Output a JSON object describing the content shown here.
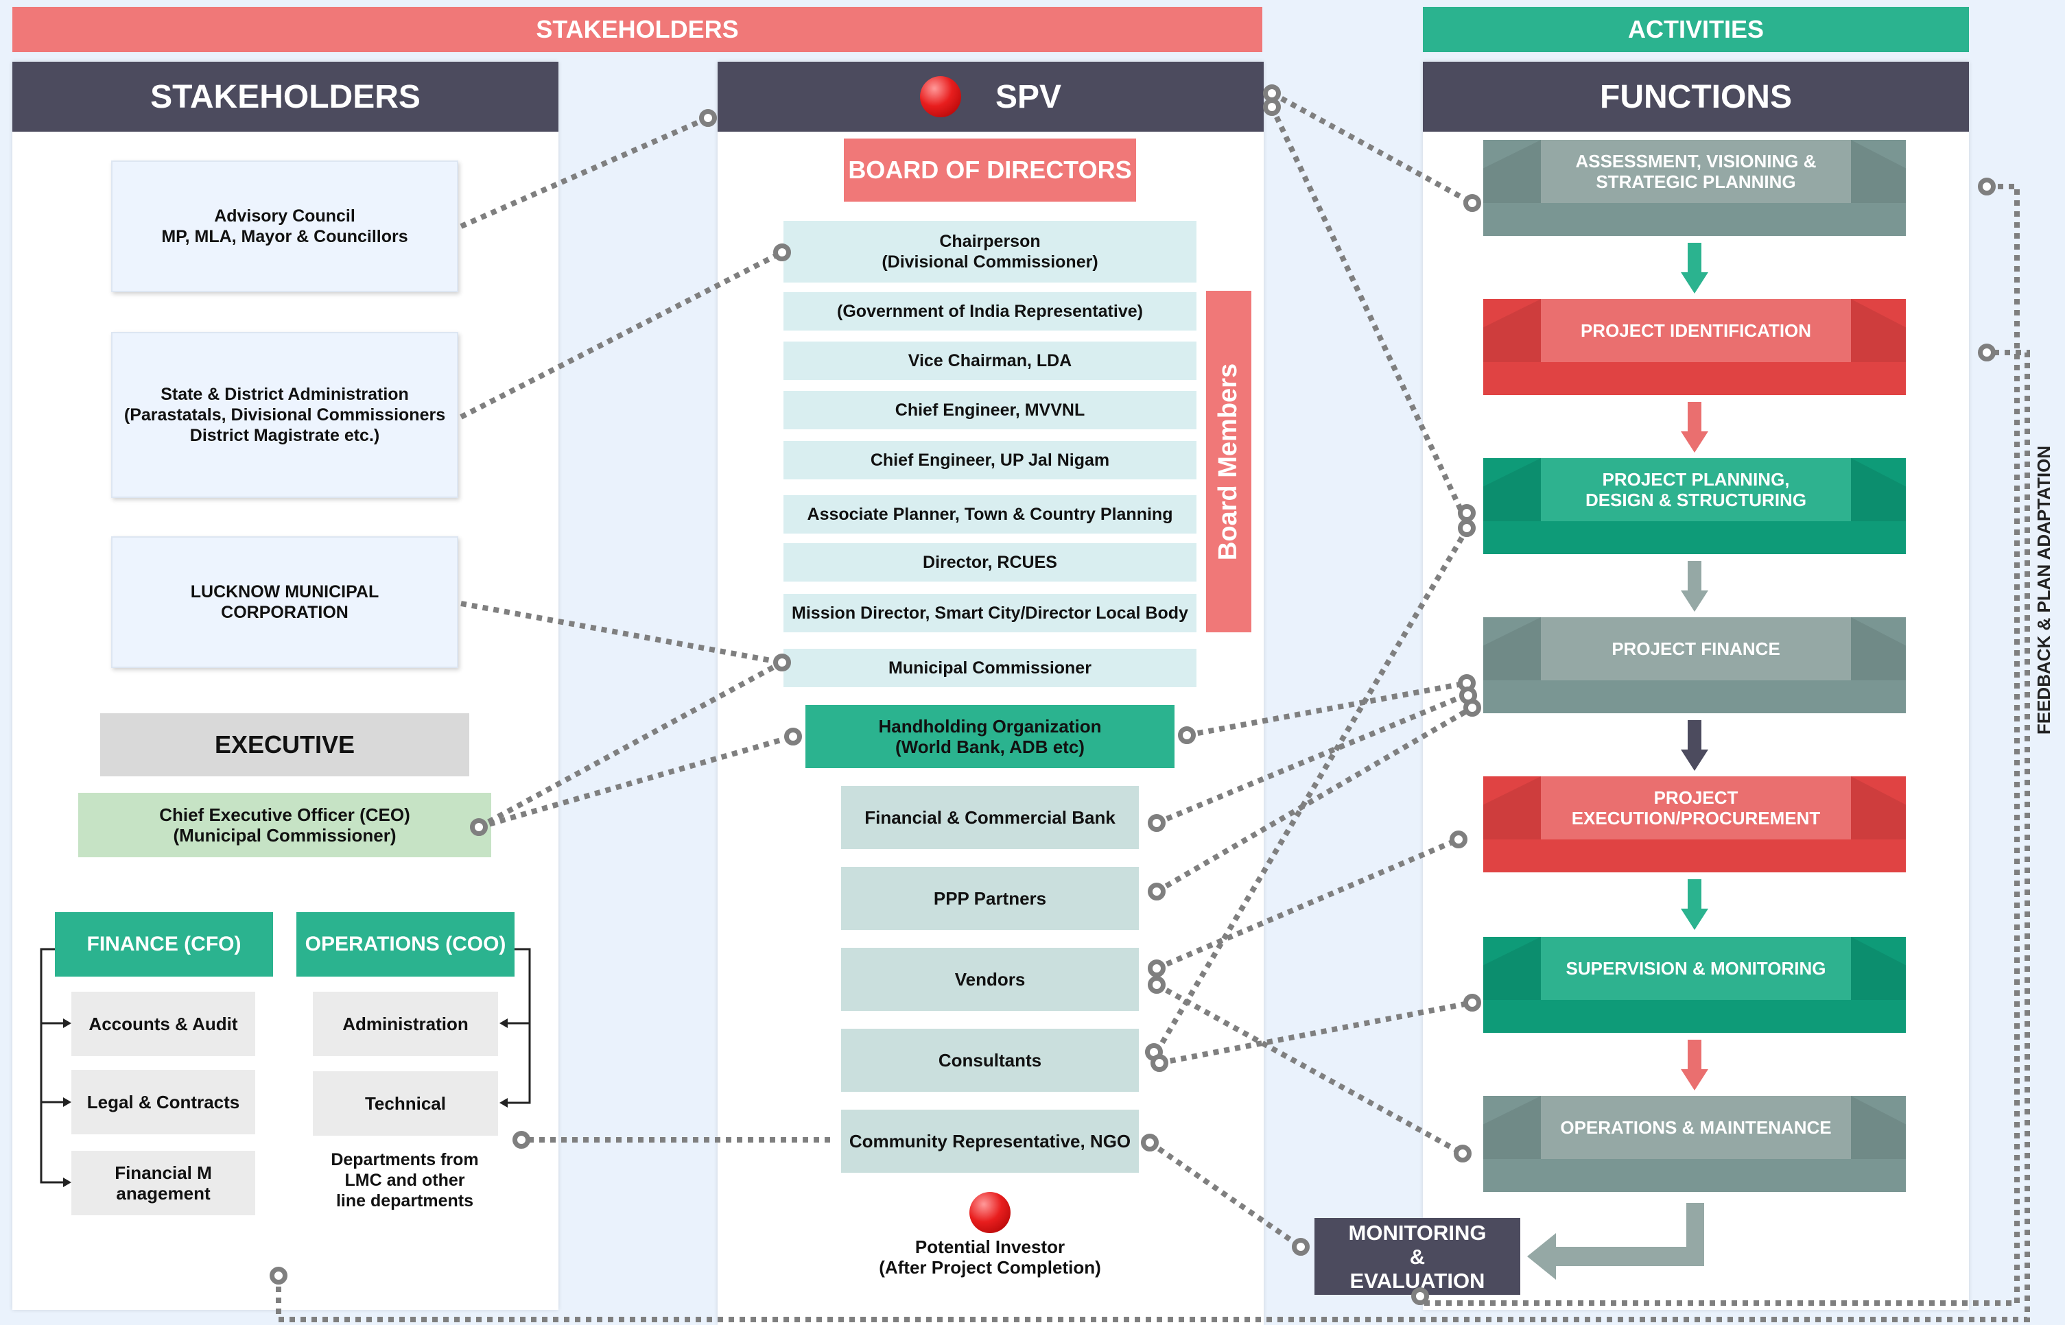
{
  "top": {
    "stakeholders_band": "STAKEHOLDERS",
    "activities_band": "ACTIVITIES"
  },
  "stakeholders": {
    "title": "STAKEHOLDERS",
    "advisory": [
      "Advisory Council",
      "MP, MLA, Mayor & Councillors"
    ],
    "state": [
      "State & District Administration",
      "(Parastatals, Divisional Commissioners",
      "District Magistrate etc.)"
    ],
    "lmc": [
      "LUCKNOW MUNICIPAL",
      "CORPORATION"
    ],
    "executive": "EXECUTIVE",
    "ceo": [
      "Chief Executive Officer (CEO)",
      "(Municipal Commissioner)"
    ],
    "finance": "FINANCE (CFO)",
    "operations": "OPERATIONS (COO)",
    "finance_items": [
      "Accounts & Audit",
      "Legal & Contracts",
      "Financial M anagement"
    ],
    "operations_items": [
      "Administration",
      "Technical"
    ],
    "departments_note": [
      "Departments from",
      "LMC and other",
      "line departments"
    ]
  },
  "spv": {
    "title": "SPV",
    "board_title": "BOARD OF DIRECTORS",
    "board_members_label": "Board Members",
    "chair": [
      "Chairperson",
      "(Divisional Commissioner)"
    ],
    "members": [
      "(Government of India Representative)",
      "Vice Chairman, LDA",
      "Chief Engineer, MVVNL",
      "Chief Engineer, UP Jal Nigam",
      "Associate Planner, Town & Country Planning",
      "Director, RCUES",
      "Mission Director, Smart City/Director Local Body",
      "Municipal Commissioner"
    ],
    "handholding": [
      "Handholding Organization",
      "(World Bank, ADB etc)"
    ],
    "partners": [
      "Financial & Commercial Bank",
      "PPP Partners",
      "Vendors",
      "Consultants",
      "Community Representative, NGO"
    ],
    "investor": [
      "Potential Investor",
      "(After Project Completion)"
    ]
  },
  "functions": {
    "title": "FUNCTIONS",
    "steps": [
      {
        "lines": [
          "ASSESSMENT, VISIONING &",
          "STRATEGIC PLANNING"
        ],
        "color": "#7a9693",
        "face": "#95a8a5"
      },
      {
        "lines": [
          "PROJECT IDENTIFICATION"
        ],
        "color": "#e04343",
        "face": "#ea6f6f"
      },
      {
        "lines": [
          "PROJECT PLANNING,",
          "DESIGN & STRUCTURING"
        ],
        "color": "#0e9b78",
        "face": "#2eb28f"
      },
      {
        "lines": [
          "PROJECT FINANCE"
        ],
        "color": "#7a9693",
        "face": "#95a8a5"
      },
      {
        "lines": [
          "PROJECT",
          "EXECUTION/PROCUREMENT"
        ],
        "color": "#e04343",
        "face": "#ea6f6f"
      },
      {
        "lines": [
          "SUPERVISION & MONITORING"
        ],
        "color": "#0e9b78",
        "face": "#2eb28f"
      },
      {
        "lines": [
          "OPERATIONS & MAINTENANCE"
        ],
        "color": "#7a9693",
        "face": "#95a8a5"
      }
    ],
    "arrow_colors": [
      "#2bb38f",
      "#ea6f6f",
      "#95a8a5",
      "#4c4b5e",
      "#2bb38f",
      "#ea6f6f"
    ],
    "monitoring": [
      "MONITORING",
      "&",
      "EVALUATION"
    ],
    "feedback": "FEEDBACK & PLAN ADAPTATION"
  },
  "colors": {
    "band_red": "#f07878",
    "band_teal": "#2bb38f",
    "header_dark": "#4c4b5e",
    "connector": "#7f7f7f"
  }
}
